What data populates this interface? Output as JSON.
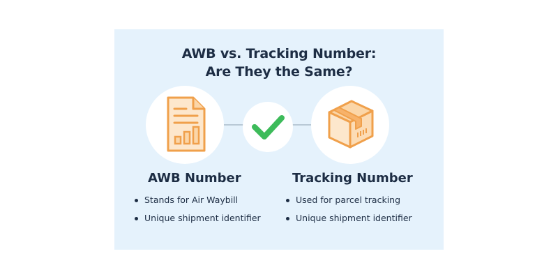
{
  "title": {
    "line1": "AWB vs. Tracking Number:",
    "line2": "Are They the Same?"
  },
  "left": {
    "icon": "document-chart-icon",
    "heading": "AWB Number",
    "bullets": [
      "Stands for Air Waybill",
      "Unique shipment identifier"
    ]
  },
  "center": {
    "icon": "check-icon"
  },
  "right": {
    "icon": "package-box-icon",
    "heading": "Tracking Number",
    "bullets": [
      "Used for parcel tracking",
      "Unique shipment identifier"
    ]
  },
  "colors": {
    "background": "#e5f2fc",
    "text": "#1d2d44",
    "icon_orange": "#f0a04b",
    "check_green": "#3dbb5a",
    "connector": "#b9c9d6"
  }
}
